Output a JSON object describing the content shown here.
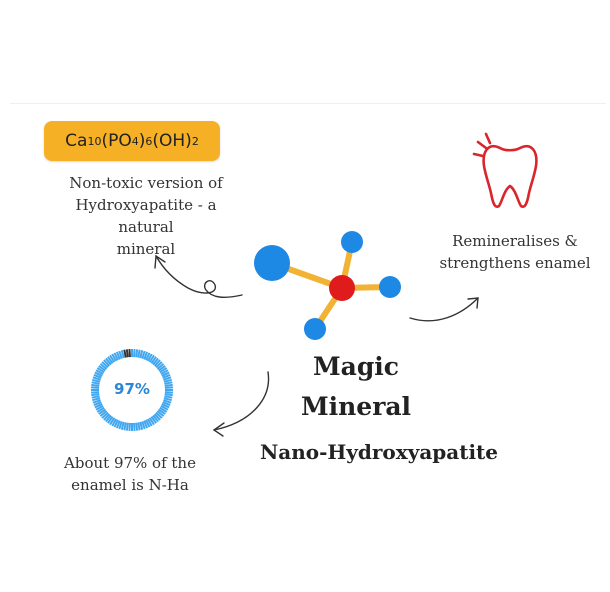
{
  "formula": {
    "base": "Ca",
    "sub1": "10",
    "mid1": "(PO",
    "sub2": "4",
    "mid2": ")",
    "sub3": "6",
    "mid3": "(OH)",
    "sub4": "2"
  },
  "captions": {
    "nontoxic_line1": "Non-toxic version of",
    "nontoxic_line2": "Hydroxyapatite - a natural",
    "nontoxic_line3": "mineral",
    "remin_line1": "Remineralises &",
    "remin_line2": "strengthens enamel",
    "about_line1": "About 97% of the",
    "about_line2": "enamel is N-Ha"
  },
  "title": {
    "line1": "Magic",
    "line2": "Mineral",
    "subtitle": "Nano-Hydroxyapatite"
  },
  "ring": {
    "label": "97%",
    "fraction": 0.97
  },
  "colors": {
    "pill": "#f6b026",
    "atom_blue": "#1e88e5",
    "atom_red": "#e01b1b",
    "bond": "#f2b233",
    "tooth": "#d9252b",
    "ring_filled": "#3fa6f0",
    "ring_empty": "#333333"
  },
  "icons": {
    "tooth": "tooth-icon",
    "molecule": "molecule-icon"
  }
}
